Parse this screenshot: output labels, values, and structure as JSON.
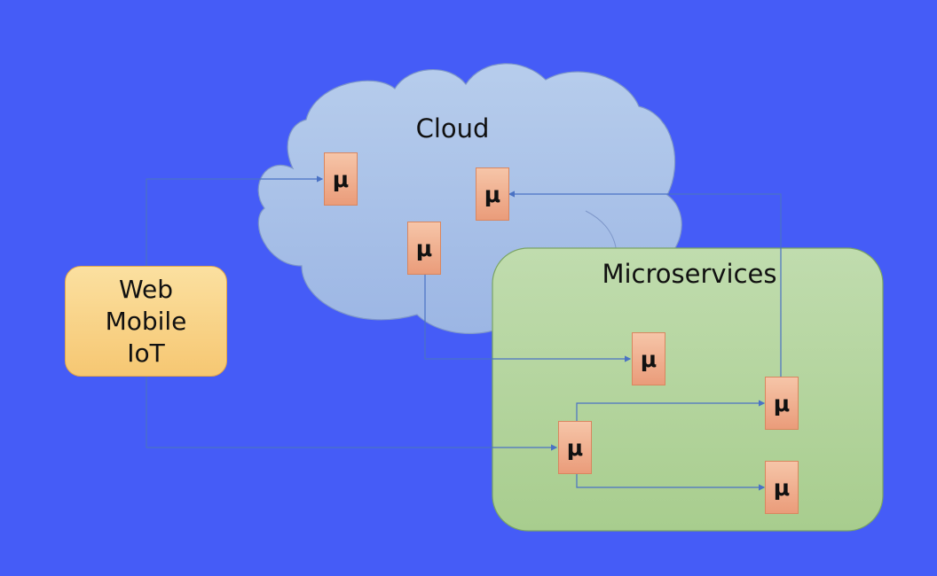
{
  "cloud": {
    "label": "Cloud"
  },
  "microservices": {
    "label": "Microservices"
  },
  "clients": {
    "lines": [
      "Web",
      "Mobile",
      "IoT"
    ]
  },
  "service_symbol": "μ",
  "colors": {
    "background": "#455cf7",
    "cloud_fill": "#a9c2e8",
    "microservices_fill": "#b7d6a3",
    "clients_fill": "#f7cf85",
    "service_fill": "#f0ad8c",
    "connector": "#4a72c4"
  }
}
